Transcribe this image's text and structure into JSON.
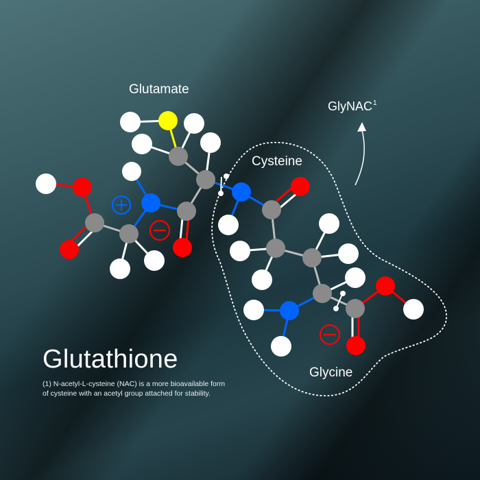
{
  "title": "Glutathione",
  "footnote": {
    "line1": "(1) N-acetyl-L-cysteine (NAC) is a more bioavailable form",
    "line2": "of cysteine with an acetyl group attached for stability."
  },
  "labels": {
    "glutamate": "Glutamate",
    "cysteine": "Cysteine",
    "glycine": "Glycine",
    "glynac": "GlyNAC",
    "glynac_sup": "1"
  },
  "charges": {
    "positive": "+",
    "negative": "−"
  },
  "colors": {
    "hydrogen": "#ffffff",
    "carbon": "#8a8a8a",
    "oxygen": "#ff0000",
    "nitrogen": "#0064ff",
    "sulfur": "#ffff00",
    "positive_charge": "#0064ff",
    "negative_charge": "#ff0000"
  }
}
